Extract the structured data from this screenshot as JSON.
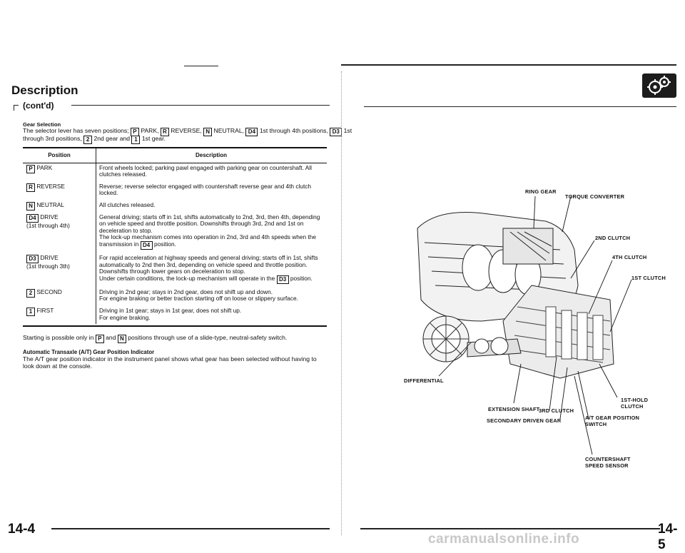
{
  "left": {
    "title": "Description",
    "subtitle": "(cont'd)",
    "gear_selection": {
      "heading": "Gear Selection",
      "line1_a": "The selector lever has seven positions;",
      "line1_items": [
        {
          "key": "P",
          "text": "PARK,"
        },
        {
          "key": "R",
          "text": "REVERSE,"
        },
        {
          "key": "N",
          "text": "NEUTRAL,"
        },
        {
          "key": "D4",
          "text": "1st through 4th positions,"
        },
        {
          "key": "D3",
          "text": "1st"
        }
      ],
      "line2_a": "through 3rd positions,",
      "line2_key1": "2",
      "line2_b": "2nd gear and",
      "line2_key2": "1",
      "line2_c": "1st gear."
    },
    "table": {
      "headers": [
        "Position",
        "Description"
      ],
      "rows": [
        {
          "key": "P",
          "position": "PARK",
          "position_sub": "",
          "description": "Front wheels locked; parking pawl engaged with parking gear on countershaft. All clutches released."
        },
        {
          "key": "R",
          "position": "REVERSE",
          "position_sub": "",
          "description": "Reverse; reverse selector engaged with countershaft reverse gear and 4th clutch locked."
        },
        {
          "key": "N",
          "position": "NEUTRAL",
          "position_sub": "",
          "description": "All clutches released."
        },
        {
          "key": "D4",
          "position": "DRIVE",
          "position_sub": "(1st through 4th)",
          "description": "General driving; starts off in 1st, shifts automatically to 2nd, 3rd, then 4th, depending on vehicle speed and throttle position. Downshifts through 3rd, 2nd and 1st on deceleration to stop.",
          "description2a": "The lock-up mechanism comes into operation in 2nd, 3rd and 4th speeds when the transmission in",
          "description2key": "D4",
          "description2b": "position."
        },
        {
          "key": "D3",
          "position": "DRIVE",
          "position_sub": "(1st through 3th)",
          "description": "For rapid acceleration at highway speeds and general driving; starts off in 1st, shifts automatically to 2nd then 3rd, depending on vehicle speed and throttle position. Downshifts through lower gears on deceleration to stop.",
          "description2a": "Under certain conditions, the lock-up mechanism will operate in the",
          "description2key": "D3",
          "description2b": "position."
        },
        {
          "key": "2",
          "position": "SECOND",
          "position_sub": "",
          "description": "Driving in 2nd gear; stays in 2nd gear, does not shift up and down.",
          "description2a": "For engine braking or better traction starting off on loose or slippery surface."
        },
        {
          "key": "1",
          "position": "FIRST",
          "position_sub": "",
          "description": "Driving in 1st gear; stays in 1st gear, does not shift up.",
          "description2a": "For engine braking."
        }
      ]
    },
    "starting_note_a": "Starting is possible only in",
    "starting_key1": "P",
    "starting_note_b": "and",
    "starting_key2": "N",
    "starting_note_c": "positions through use of a slide-type, neutral-safety switch.",
    "indicator_heading": "Automatic Transaxle (A/T) Gear Position Indicator",
    "indicator_text": "The A/T gear position indicator in the instrument panel shows what gear has been selected without having to look down at the console.",
    "page_number": "14-4"
  },
  "right": {
    "labels": {
      "ring_gear": "RING GEAR",
      "torque_converter": "TORQUE CONVERTER",
      "second_clutch": "2ND CLUTCH",
      "fourth_clutch": "4TH CLUTCH",
      "first_clutch": "1ST CLUTCH",
      "differential": "DIFFERENTIAL",
      "extension_shaft": "EXTENSION SHAFT",
      "third_clutch": "3RD CLUTCH",
      "secondary_driven_gear": "SECONDARY DRIVEN GEAR",
      "first_hold_clutch_1": "1ST-HOLD",
      "first_hold_clutch_2": "CLUTCH",
      "at_gear_switch_1": "A/T GEAR POSITION",
      "at_gear_switch_2": "SWITCH",
      "countershaft_sensor_1": "COUNTERSHAFT",
      "countershaft_sensor_2": "SPEED SENSOR"
    },
    "page_number": "14-5"
  },
  "watermark": "carmanualsonline.info",
  "colors": {
    "ink": "#111111",
    "paper": "#ffffff",
    "watermark": "#c8c8c8"
  }
}
